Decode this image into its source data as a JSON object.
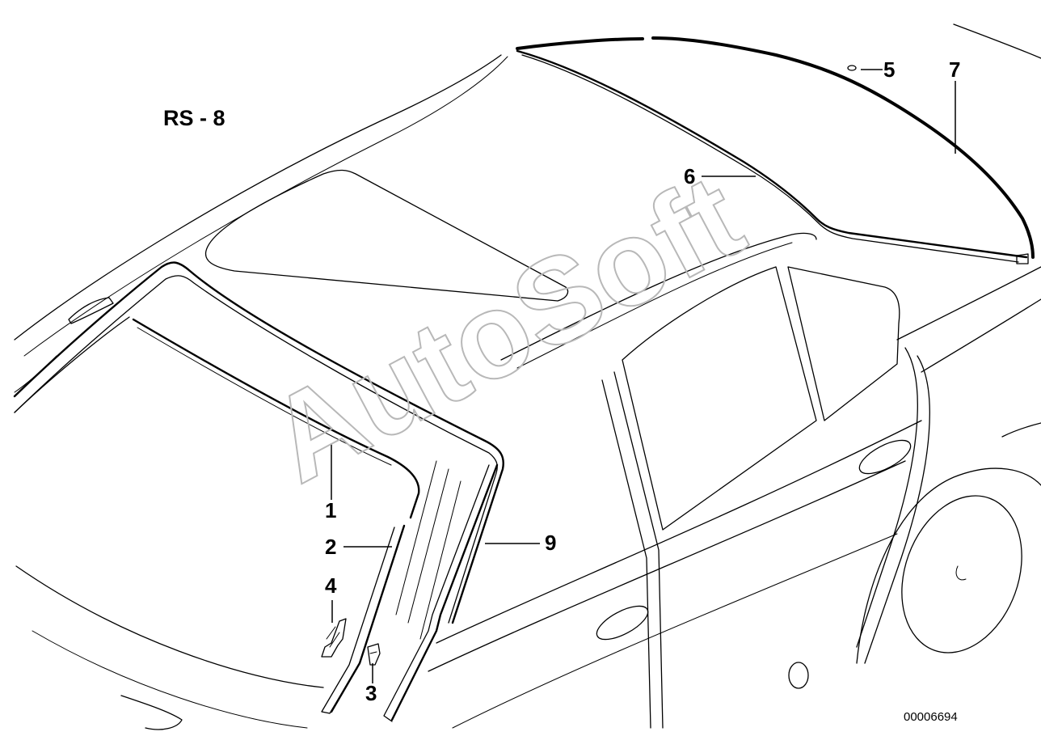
{
  "diagram": {
    "section_label": "RS - 8",
    "drawing_number": "00006694",
    "watermark": "AutoSoft",
    "callouts": [
      {
        "id": "1",
        "label": "1"
      },
      {
        "id": "2",
        "label": "2"
      },
      {
        "id": "3",
        "label": "3"
      },
      {
        "id": "4",
        "label": "4"
      },
      {
        "id": "5",
        "label": "5"
      },
      {
        "id": "6",
        "label": "6"
      },
      {
        "id": "7",
        "label": "7"
      },
      {
        "id": "9",
        "label": "9"
      }
    ]
  }
}
